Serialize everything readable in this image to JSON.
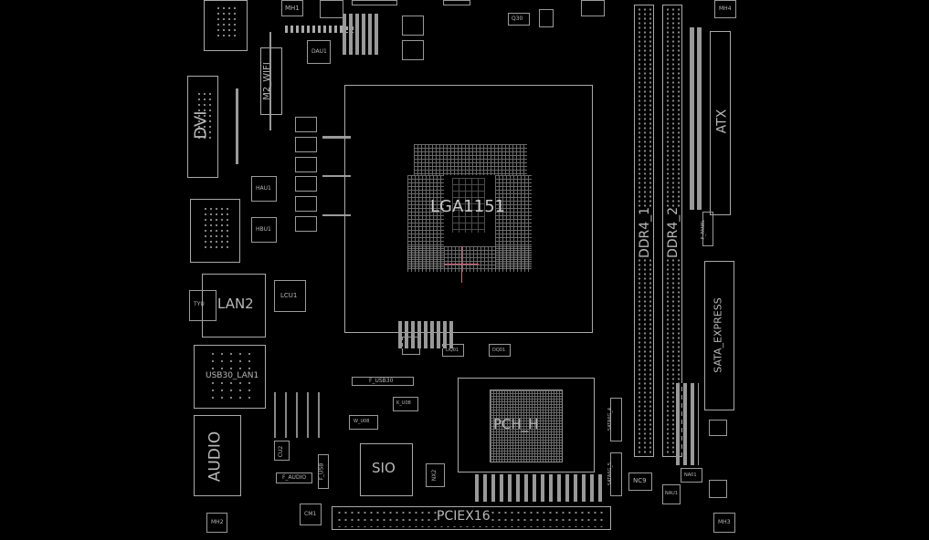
{
  "board": {
    "cpu_socket": "LGA1151",
    "dimm1": "DDR4_1",
    "dimm2": "DDR4_2",
    "atx": "ATX",
    "sata_express": "SATA_EXPRESS",
    "dvi": "DVI",
    "m2_wifi": "M2_WIFI",
    "lan2": "LAN2",
    "usb_lan1": "USB30_LAN1",
    "audio": "AUDIO",
    "sio": "SIO",
    "pciex16": "PCIEX16",
    "pch": "PCH_H",
    "lcu1": "LCU1",
    "hau1": "HAU1",
    "hbu1": "HBU1",
    "dau1": "DAU1",
    "mh1": "MH1",
    "mh2": "MH2",
    "mh3": "MH3",
    "mh4": "MH4",
    "cm1": "CM1",
    "f_usb30": "F_USB30",
    "f_usb": "F_USB",
    "f_audio": "F_AUDIO",
    "nc9": "NC9",
    "nx2": "NX2",
    "cu2": "CU2",
    "na01": "NA01",
    "nau1": "NAU1",
    "sata4": "SATA6G_4",
    "sata5": "SATA6G_5",
    "f_panel": "F_PANEL",
    "ku08": "K_U08",
    "wu08": "W_U08",
    "q30": "Q30",
    "dq01a": "DQ01",
    "dq01b": "DQ01",
    "tyu": "TYU"
  },
  "colors": {
    "background": "#000000",
    "outline": "#a9a9a9",
    "cursor": "#e0607a"
  }
}
